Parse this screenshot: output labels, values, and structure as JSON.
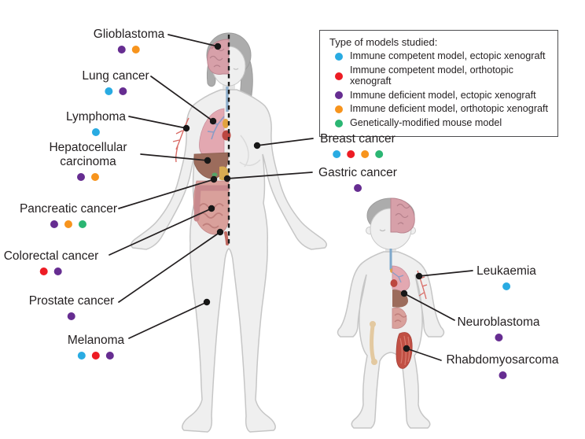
{
  "legend": {
    "title": "Type of models studied:",
    "items": [
      {
        "key": "immune_competent_ectopic",
        "color": "#29ABE2",
        "label": "Immune competent model, ectopic xenograft"
      },
      {
        "key": "immune_competent_orthotopic",
        "color": "#ED1C24",
        "label": "Immune competent model, orthotopic xenograft"
      },
      {
        "key": "immune_deficient_ectopic",
        "color": "#662D91",
        "label": "Immune deficient model, ectopic xenograft"
      },
      {
        "key": "immune_deficient_orthotopic",
        "color": "#F7941D",
        "label": "Immune deficient model, orthotopic xenograft"
      },
      {
        "key": "gm_mouse",
        "color": "#2BB673",
        "label": "Genetically-modified mouse model"
      }
    ]
  },
  "cancers": {
    "glioblastoma": {
      "label": "Glioblastoma",
      "models": [
        "immune_deficient_ectopic",
        "immune_deficient_orthotopic"
      ]
    },
    "lung": {
      "label": "Lung cancer",
      "models": [
        "immune_competent_ectopic",
        "immune_deficient_ectopic"
      ]
    },
    "lymphoma": {
      "label": "Lymphoma",
      "models": [
        "immune_competent_ectopic"
      ]
    },
    "hepatocellular": {
      "label": "Hepatocellular carcinoma",
      "models": [
        "immune_deficient_ectopic",
        "immune_deficient_orthotopic"
      ]
    },
    "pancreatic": {
      "label": "Pancreatic cancer",
      "models": [
        "immune_deficient_ectopic",
        "immune_deficient_orthotopic",
        "gm_mouse"
      ]
    },
    "colorectal": {
      "label": "Colorectal cancer",
      "models": [
        "immune_competent_orthotopic",
        "immune_deficient_ectopic"
      ]
    },
    "prostate": {
      "label": "Prostate cancer",
      "models": [
        "immune_deficient_ectopic"
      ]
    },
    "melanoma": {
      "label": "Melanoma",
      "models": [
        "immune_competent_ectopic",
        "immune_competent_orthotopic",
        "immune_deficient_ectopic"
      ]
    },
    "breast": {
      "label": "Breast cancer",
      "models": [
        "immune_competent_ectopic",
        "immune_competent_orthotopic",
        "immune_deficient_orthotopic",
        "gm_mouse"
      ]
    },
    "gastric": {
      "label": "Gastric cancer",
      "models": [
        "immune_deficient_ectopic"
      ]
    },
    "leukaemia": {
      "label": "Leukaemia",
      "models": [
        "immune_competent_ectopic"
      ]
    },
    "neuroblastoma": {
      "label": "Neuroblastoma",
      "models": [
        "immune_deficient_ectopic"
      ]
    },
    "rhabdomyosarcoma": {
      "label": "Rhabdomyosarcoma",
      "models": [
        "immune_deficient_ectopic"
      ]
    }
  }
}
